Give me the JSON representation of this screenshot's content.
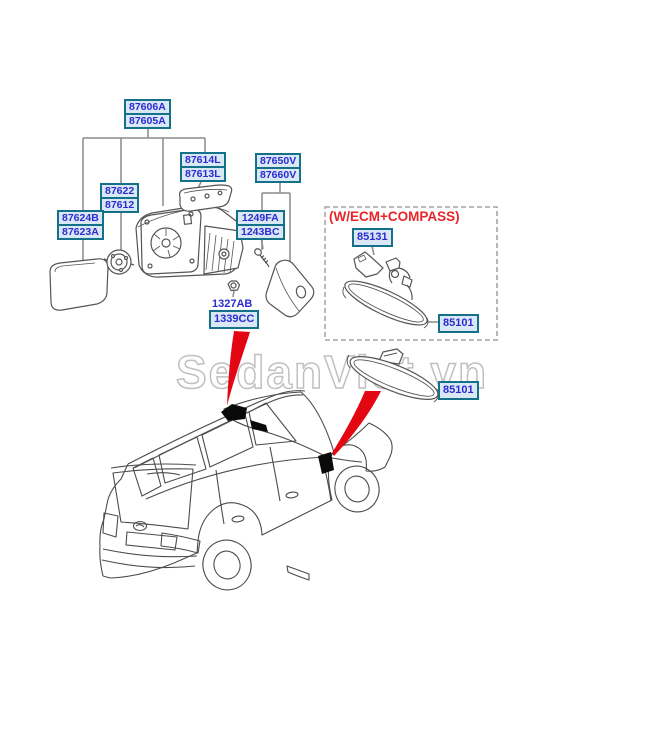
{
  "watermark": "SedanViet.vn",
  "compass_note": "(W/ECM+COMPASS)",
  "colors": {
    "label_border": "#15718a",
    "label_background": "#d9e8f4",
    "part_number_text": "#2b2bd2",
    "note_red": "#e8262a",
    "arrow_red": "#e30613",
    "leader_line_gray": "#8a8a8a",
    "drawing_line_gray": "#4c4c4c",
    "watermark_gray": "#c0c0c0"
  },
  "labels": {
    "mirror_assembly": {
      "line1": "87606A",
      "line2": "87605A"
    },
    "mirror_bracket": {
      "line1": "87614L",
      "line2": "87613L"
    },
    "mirror_cover": {
      "line1": "87650V",
      "line2": "87660V"
    },
    "mirror_actuator": {
      "line1": "87622",
      "line2": "87612"
    },
    "mirror_glass": {
      "line1": "87624B",
      "line2": "87623A"
    },
    "screw": {
      "line1": "1249FA",
      "line2": "1243BC"
    },
    "nut_upper": "1327AB",
    "nut_lower": "1339CC",
    "inside_mirror_mount": "85131",
    "inside_mirror_ecm": "85101",
    "inside_mirror_std": "85101"
  }
}
